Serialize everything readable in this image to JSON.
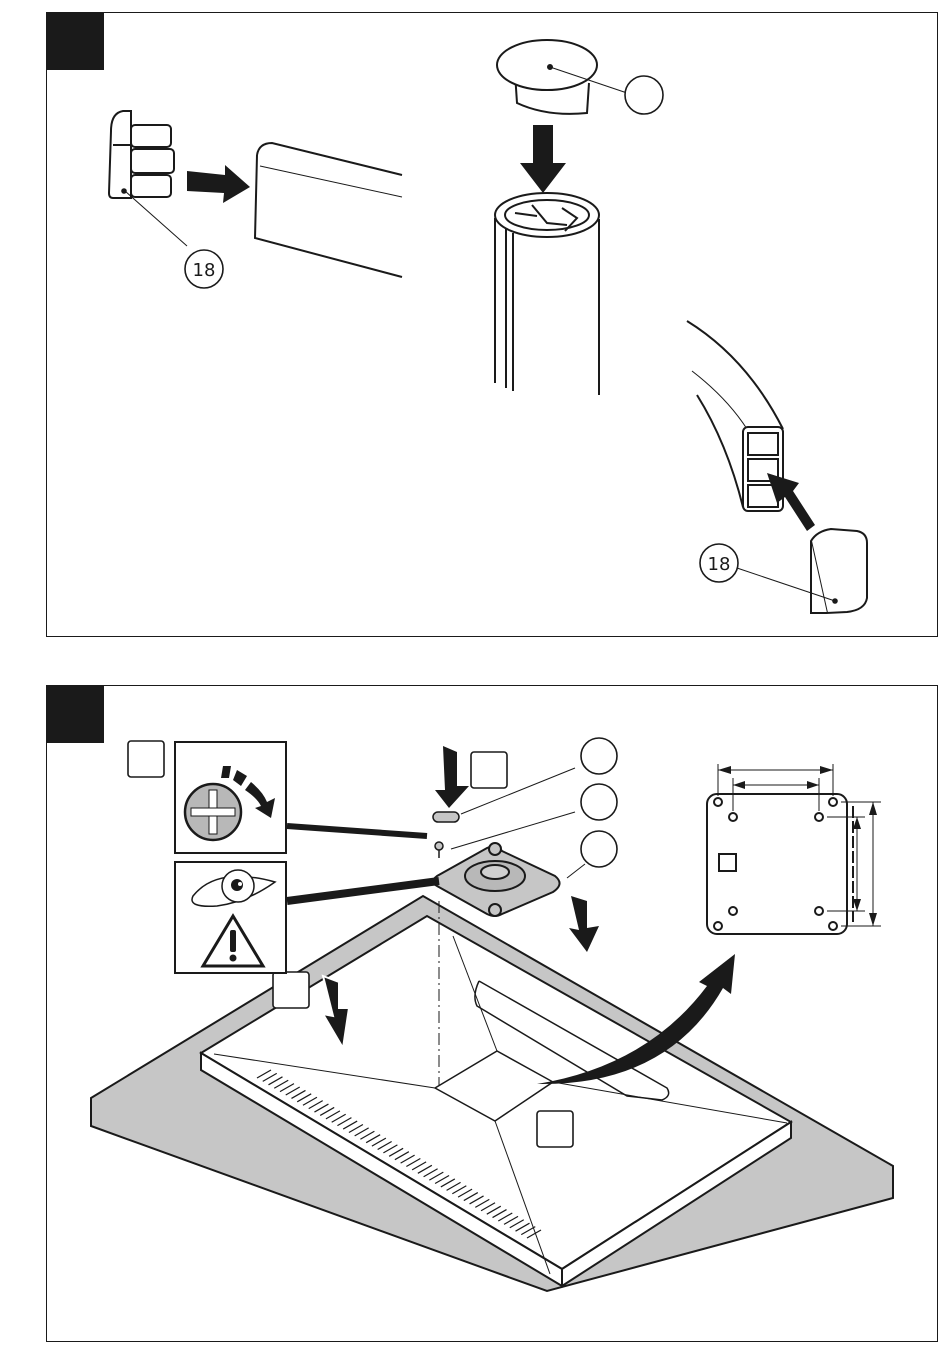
{
  "document": {
    "type": "assembly-instructions",
    "colors": {
      "ink": "#1a1a1a",
      "surface_grey": "#c6c6c6",
      "paper": "#ffffff"
    }
  },
  "panels": [
    {
      "id": "top",
      "step_number": "",
      "callouts": [
        {
          "part": "end-cap-left",
          "label": "18"
        },
        {
          "part": "round-cap",
          "label": ""
        },
        {
          "part": "end-cap-right",
          "label": "18"
        }
      ],
      "arrows": [
        "insert-right",
        "insert-down",
        "insert-up-left"
      ]
    },
    {
      "id": "bottom",
      "step_number": "",
      "step_boxes": [
        "",
        "",
        "",
        ""
      ],
      "callouts": [
        {
          "part": "cover-plug",
          "label": ""
        },
        {
          "part": "screw",
          "label": ""
        },
        {
          "part": "mount-plate",
          "label": ""
        }
      ],
      "icons": [
        "screw-tighten-icon",
        "eye-icon",
        "warning-icon"
      ],
      "vesa_diagram": {
        "outer_dimension_label": "",
        "inner_dimension_label": ""
      }
    }
  ]
}
